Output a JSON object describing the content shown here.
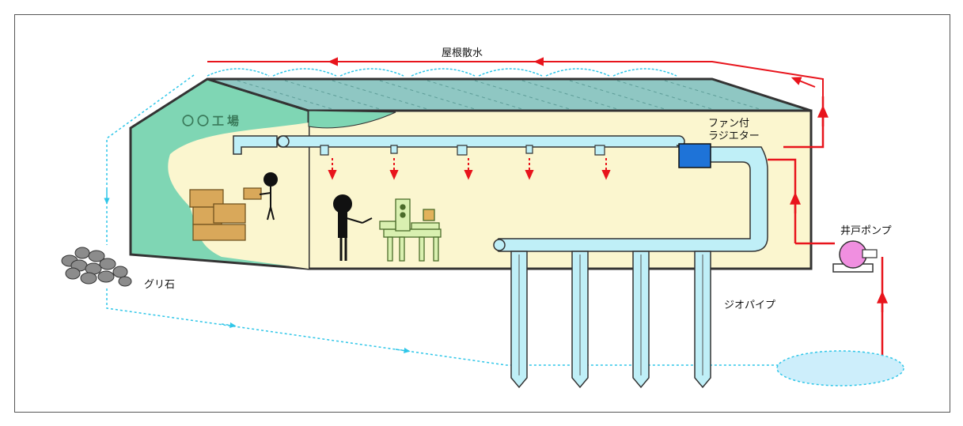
{
  "labels": {
    "roof_spray": "屋根散水",
    "factory": "〇〇工場",
    "fan_radiator_line1": "ファン付",
    "fan_radiator_line2": "ラジエター",
    "well_pump": "井戸ポンプ",
    "gravel": "グリ石",
    "geo_pipe": "ジオパイプ"
  },
  "colors": {
    "supply_line": "#e8141c",
    "return_line": "#2fc6e8",
    "pipe_fill": "#bfeff7",
    "wall_green": "#7fd6b4",
    "floor_cream": "#fbf6cf",
    "roof_fill": "#8fc7c3",
    "radiator": "#1e73d8",
    "pump": "#f08fe0",
    "water": "#cdeefb"
  }
}
